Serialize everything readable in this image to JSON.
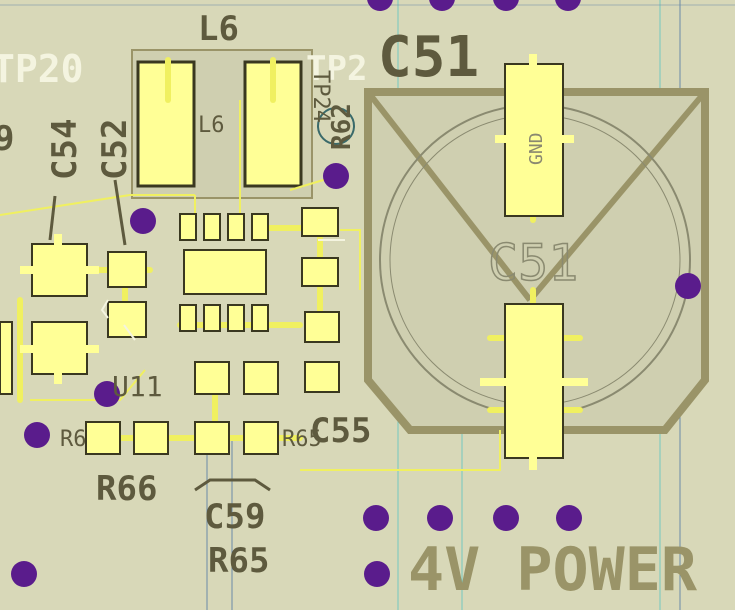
{
  "colors": {
    "board": "#d8d8b8",
    "board_light": "#e4e4c8",
    "copper_outline": "#9a9468",
    "silk_dark": "#5e5a3e",
    "silk_white": "#f4f4e0",
    "pad": "#ffff96",
    "pad_outline": "#3a3820",
    "pad_keepout": "#b8b29a",
    "via": "#5a1c8c",
    "trace": "#f0f060",
    "thin_line": "#6a8aa8",
    "cyan_line": "#74c8c0"
  },
  "labels": {
    "l6_top": "L6",
    "l6_inner": "L6",
    "tp20": "TP20",
    "tp2_partial": "TP2",
    "tp24": "TP24",
    "c51_big": "C51",
    "c51_outline": "C51",
    "c54": "C54",
    "c52": "C52",
    "left_partial": "9",
    "r62": "R62",
    "c55": "C55",
    "r66": "R66",
    "r6_partial": "R6",
    "r65_small": "R65",
    "c59": "C59",
    "r65": "R65",
    "u11": "U11",
    "power": "4V POWER"
  },
  "pad_labels": {
    "gnd": "GND"
  },
  "icons": {
    "via": "via-dot-icon"
  }
}
